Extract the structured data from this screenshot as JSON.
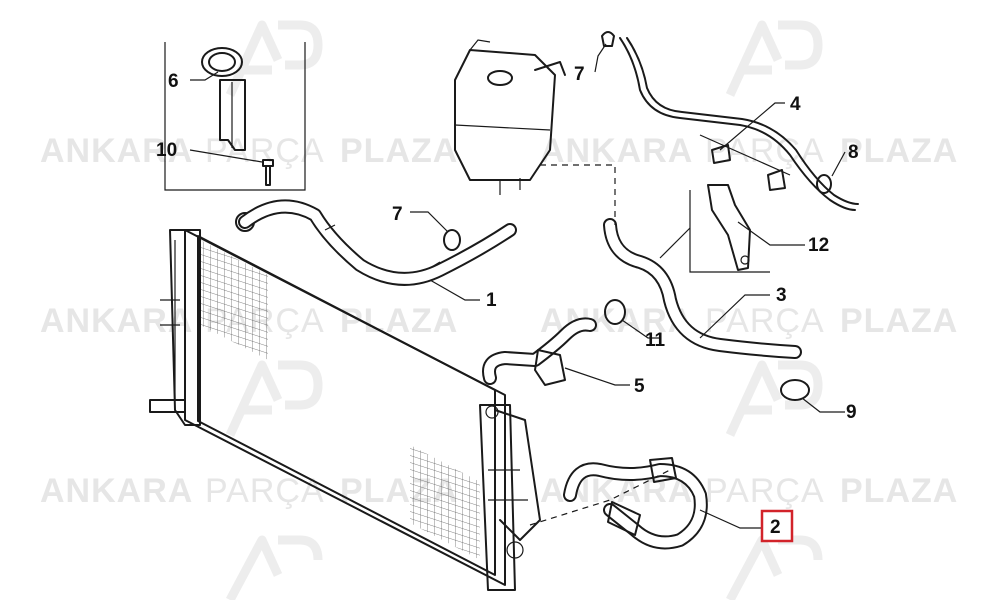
{
  "watermark": {
    "word1": "ANKARA",
    "word2": "PARÇA",
    "word3": "PLAZA",
    "logo": "AP"
  },
  "colors": {
    "highlight": "#d2232a",
    "watermark": "#e6e6e6",
    "line": "#1a1a1a"
  },
  "callouts": {
    "c1": "1",
    "c2": "2",
    "c3": "3",
    "c4": "4",
    "c5": "5",
    "c6": "6",
    "c7a": "7",
    "c7b": "7",
    "c8": "8",
    "c9": "9",
    "c10": "10",
    "c11": "11",
    "c12": "12"
  },
  "highlighted_part": "2"
}
